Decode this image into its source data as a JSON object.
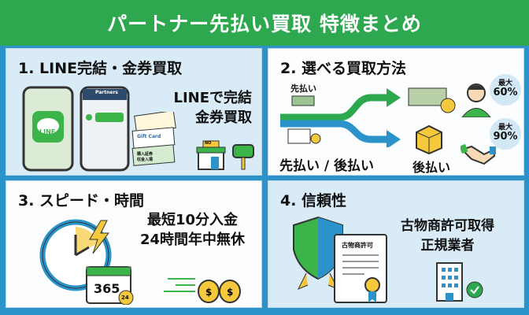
{
  "header": {
    "title": "パートナー先払い買取 特徴まとめ"
  },
  "colors": {
    "green": "#2ea84e",
    "blue": "#2b93c9",
    "panel_light": "#d8ebf7"
  },
  "panels": [
    {
      "title": "1. LINE完結・金券買取",
      "lines": [
        "LINEで完結",
        "金券買取"
      ],
      "phone_header": "Partners",
      "line_logo": "LINE",
      "gift_card": "Gift Card",
      "ticket_text": "購入証券 収金入場",
      "shop_sign": "NO"
    },
    {
      "title": "2. 選べる買取方法",
      "prepay_label": "先払い",
      "bottom_label": "先払い / 後払い",
      "postpay_label": "後払い",
      "max_label": "最大",
      "prepay_rate": "60%",
      "postpay_rate": "90%"
    },
    {
      "title": "3. スピード・時間",
      "lines": [
        "最短10分入金",
        "24時間年中無休"
      ],
      "calendar": "365",
      "badge": "24"
    },
    {
      "title": "4. 信頼性",
      "lines": [
        "古物商許可取得",
        "正規業者"
      ],
      "certificate": "古物商許可"
    }
  ]
}
